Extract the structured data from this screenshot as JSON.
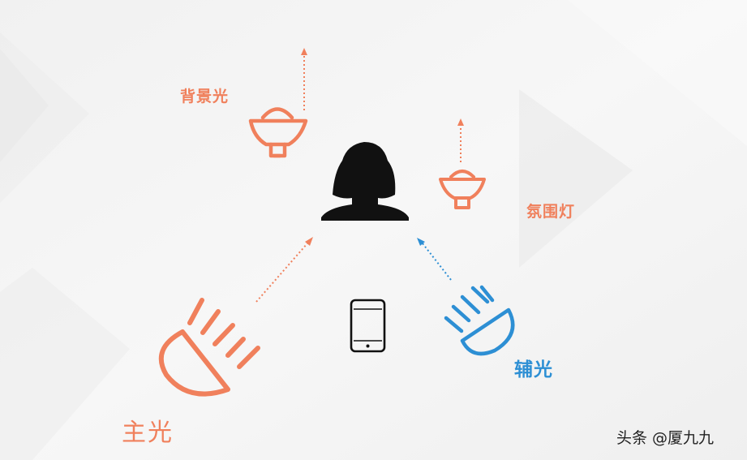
{
  "labels": {
    "background_light": "背景光",
    "ambient_light": "氛围灯",
    "key_light": "主光",
    "fill_light": "辅光"
  },
  "watermark": "头条 @厦九九",
  "icons": {
    "subject": "person-silhouette-icon",
    "camera": "smartphone-icon",
    "key_light": "key-light-icon",
    "fill_light": "fill-light-icon",
    "background_light": "background-light-icon",
    "ambient_light": "ambient-light-icon"
  },
  "colors": {
    "orange": "#f0805c",
    "blue": "#2d8fd4",
    "black": "#111111",
    "watermark": "#222222"
  }
}
